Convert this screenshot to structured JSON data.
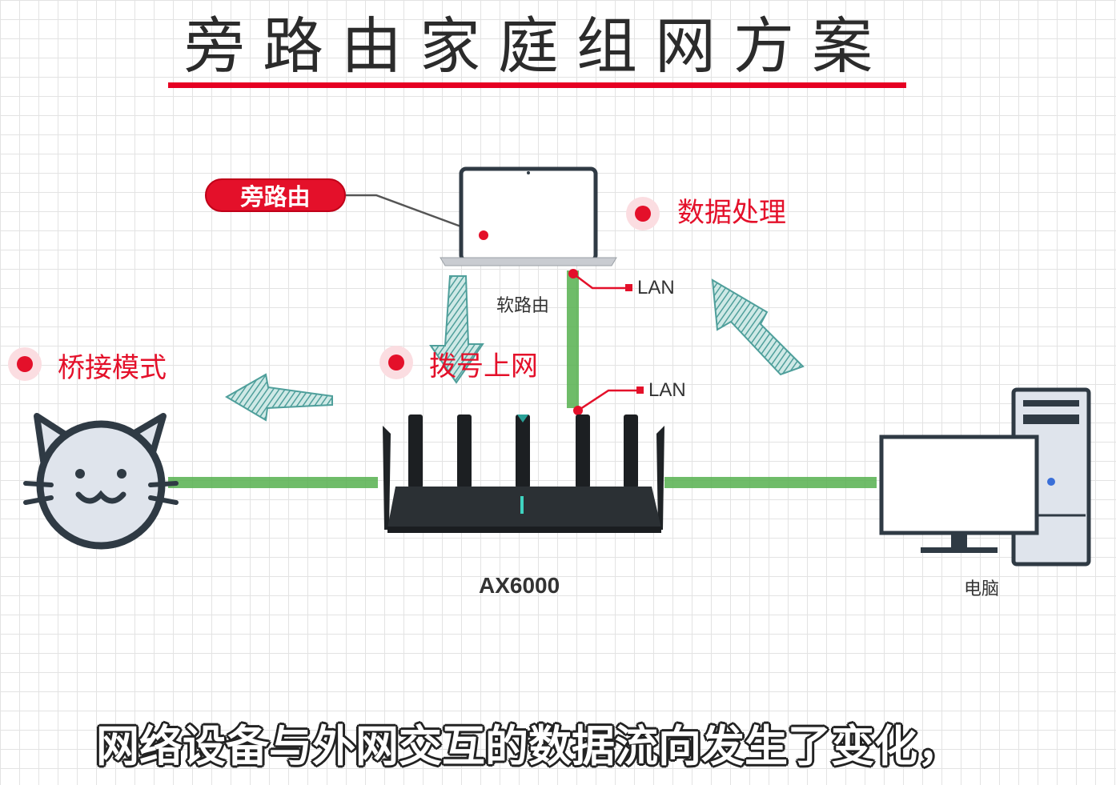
{
  "title": "旁路由家庭组网方案",
  "watermark": "",
  "side_router_tag": "旁路由",
  "labels": {
    "data_processing": "数据处理",
    "bridge_mode": "桥接模式",
    "dial_up": "拨号上网",
    "soft_router": "软路由",
    "lan_top": "LAN",
    "lan_bottom": "LAN",
    "main_router": "AX6000",
    "computer": "电脑"
  },
  "caption": "网络设备与外网交互的数据流向发生了变化，",
  "colors": {
    "accent_red": "#e4102a",
    "link_green": "#4caf50",
    "arrow_teal": "#5aa9a5",
    "device_dark": "#2f3a44"
  },
  "icons": [
    "laptop-icon",
    "cat-modem-icon",
    "router-icon",
    "desktop-computer-icon",
    "arrow-down-icon",
    "arrow-left-icon",
    "arrow-up-icon"
  ]
}
